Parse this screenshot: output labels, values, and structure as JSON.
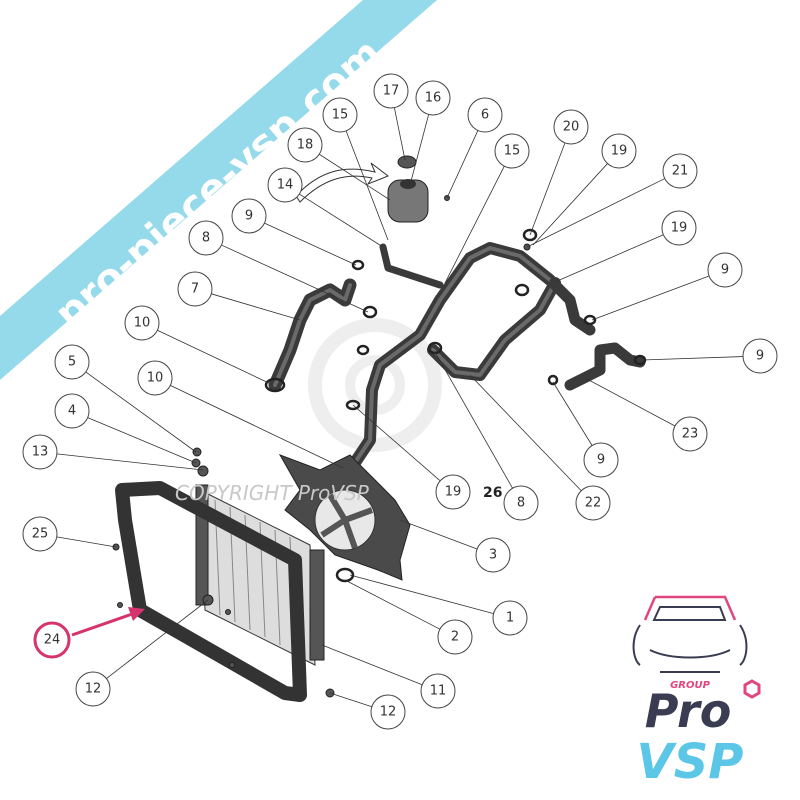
{
  "watermark": {
    "banner_text": "pro-piece-vsp.com",
    "banner_color": "#8fd8ea",
    "copyright_text": "COPYRIGHT ProVSP"
  },
  "callouts": [
    "18",
    "15",
    "17",
    "16",
    "6",
    "15",
    "20",
    "19",
    "21",
    "19",
    "9",
    "9",
    "23",
    "9",
    "22",
    "8",
    "19",
    "10",
    "7",
    "9",
    "8",
    "14",
    "10",
    "5",
    "4",
    "13",
    "25",
    "3",
    "1",
    "2",
    "11",
    "12",
    "12",
    "24"
  ],
  "plain_label": "26",
  "highlight_color": "#d6336c",
  "logo": {
    "group_text": "GROUP",
    "line1": "Pro",
    "line2": "VSP",
    "dark_color": "#3a3d52",
    "blue_color": "#5cc6e6",
    "pink_color": "#e2457f"
  }
}
